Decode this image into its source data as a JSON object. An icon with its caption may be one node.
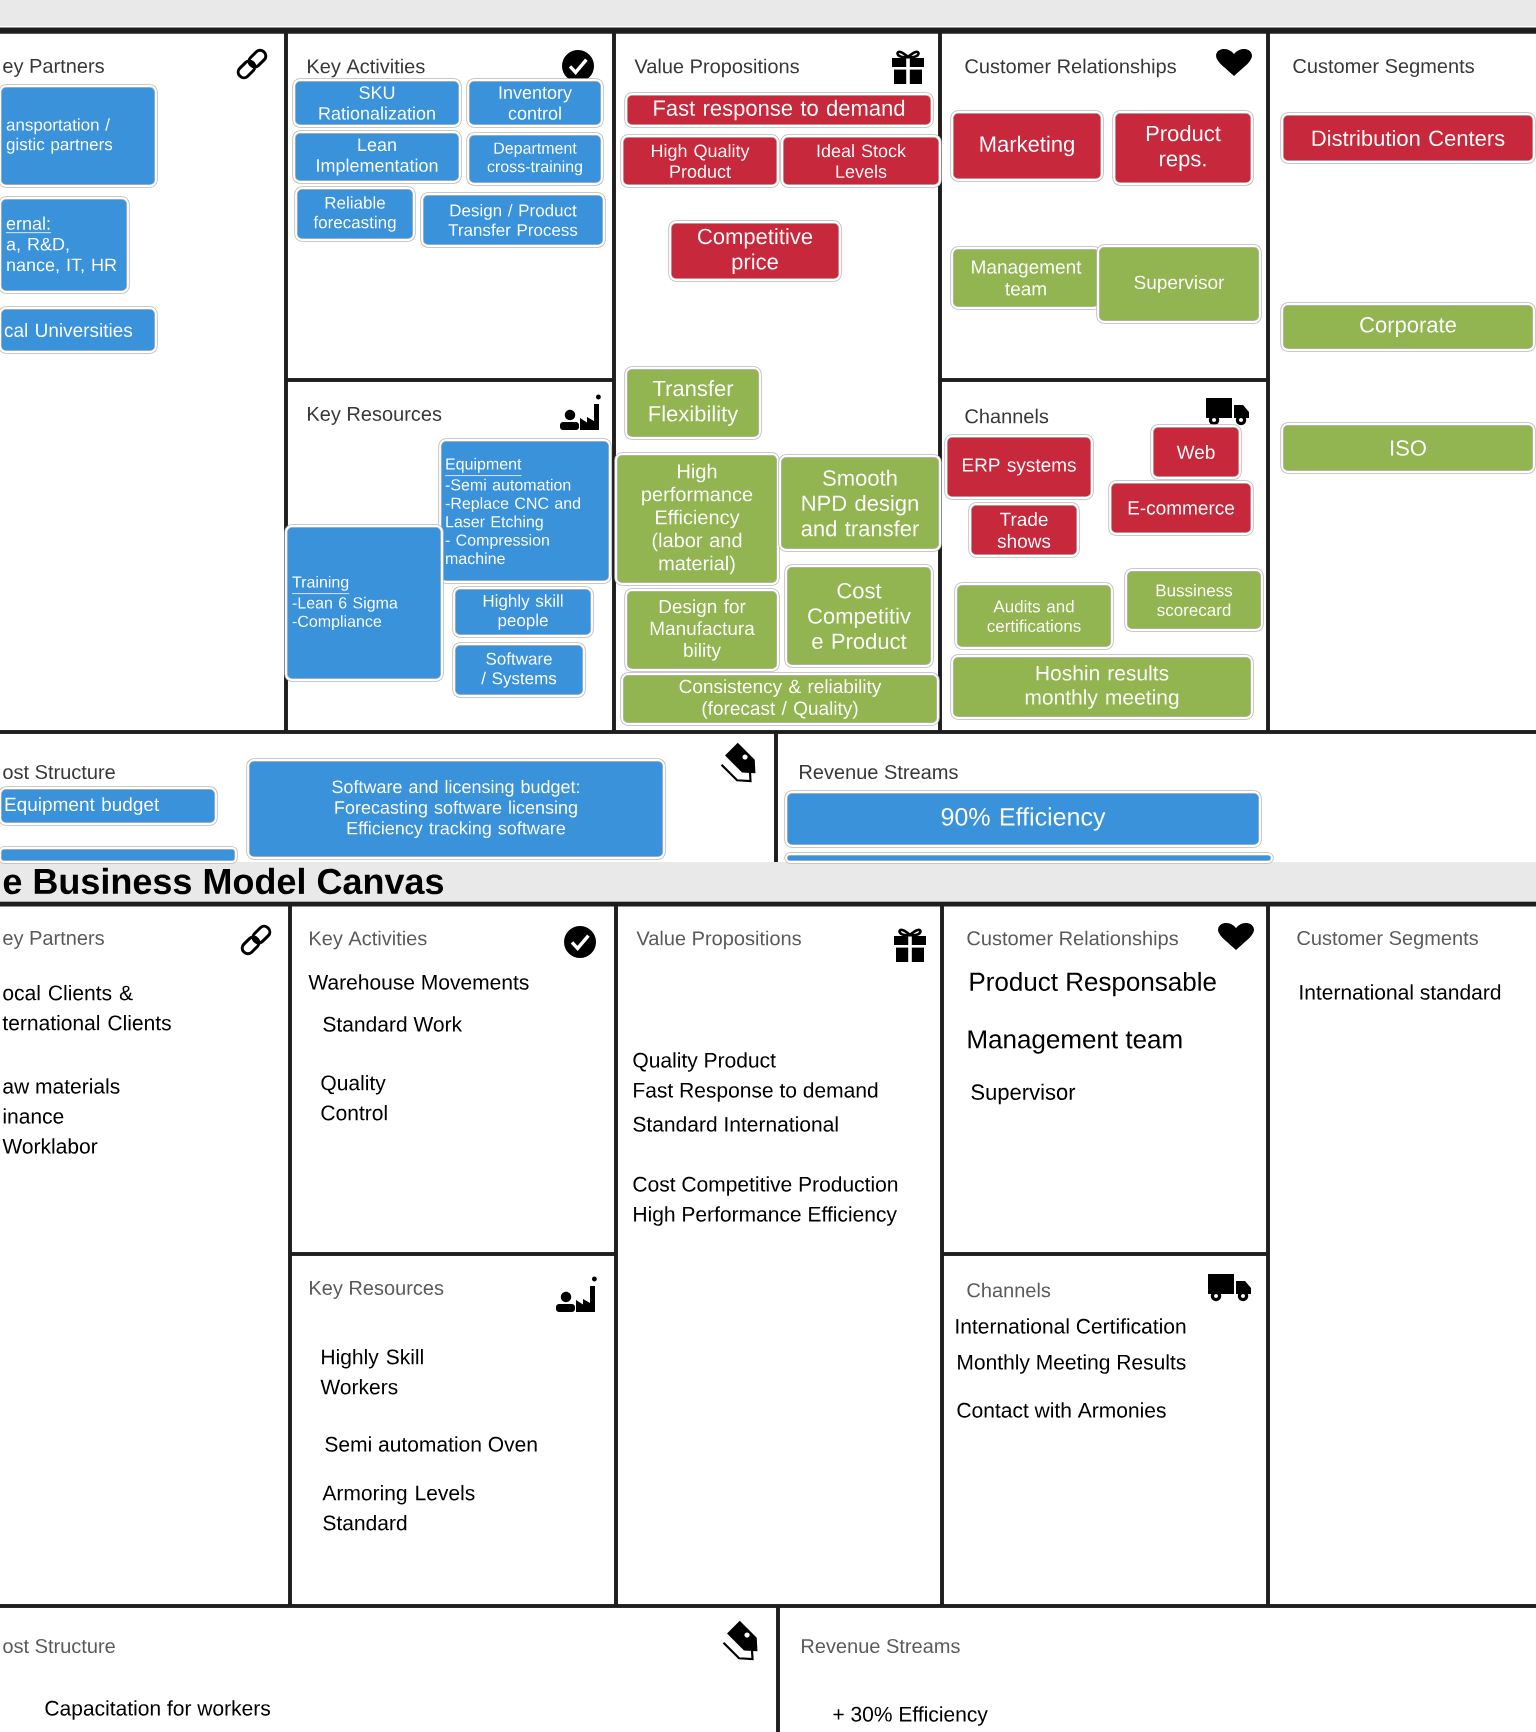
{
  "diagram": {
    "nodes": [
      {
        "text": [
          "ey Partners"
        ]
      },
      {
        "text": [
          "ansportation / gistic partners"
        ],
        "in": 0
      },
      {
        "text": [
          "ernal:",
          "a, R&D, nance, IT, HR"
        ],
        "in": 0
      },
      {
        "text": [
          "cal Universities"
        ],
        "in": 0
      },
      {
        "text": [
          "Key Activities"
        ]
      },
      {
        "text": [
          "SKU Rationalization"
        ],
        "in": 4
      },
      {
        "text": [
          "Inventory control"
        ],
        "in": 4
      },
      {
        "text": [
          "Lean Implementation"
        ],
        "in": 4
      },
      {
        "text": [
          "Department cross-training"
        ],
        "in": 4
      },
      {
        "text": [
          "Reliable forecasting"
        ],
        "in": 4
      },
      {
        "text": [
          "Design / Product Transfer Process"
        ],
        "in": 4
      },
      {
        "text": [
          "Key Resources"
        ]
      },
      {
        "text": [
          "Equipment",
          "-Semi automation -Replace CNC and Laser Etching - Compression machine"
        ],
        "in": 11
      },
      {
        "text": [
          "Training",
          "-Lean 6 Sigma -Compliance"
        ],
        "in": 11
      },
      {
        "text": [
          "Highly skill people"
        ],
        "in": 11
      },
      {
        "text": [
          "Software / Systems"
        ],
        "in": 11
      },
      {
        "text": [
          "Value Propositions"
        ]
      },
      {
        "text": [
          "Fast response to demand"
        ],
        "in": 16
      },
      {
        "text": [
          "High Quality Product"
        ],
        "in": 16
      },
      {
        "text": [
          "Ideal Stock Levels"
        ],
        "in": 16
      },
      {
        "text": [
          "Competitive price"
        ],
        "in": 16
      },
      {
        "text": [
          "Transfer Flexibility"
        ],
        "in": 16
      },
      {
        "text": [
          "High performance Efficiency (labor and material)"
        ],
        "in": 16
      },
      {
        "text": [
          "Smooth NPD design and transfer"
        ],
        "in": 16
      },
      {
        "text": [
          "Design for Manufactura bility"
        ],
        "in": 16
      },
      {
        "text": [
          "Cost Competitiv e Product"
        ],
        "in": 16
      },
      {
        "text": [
          "Consistency & reliability (forecast / Quality)"
        ],
        "in": 16
      },
      {
        "text": [
          "Customer Relationships"
        ]
      },
      {
        "text": [
          "Marketing"
        ],
        "in": 27
      },
      {
        "text": [
          "Product reps."
        ],
        "in": 27
      },
      {
        "text": [
          "Management team"
        ],
        "in": 27
      },
      {
        "text": [
          "Supervisor"
        ],
        "in": 27
      },
      {
        "text": [
          "Channels"
        ]
      },
      {
        "text": [
          "Web"
        ],
        "in": 32
      },
      {
        "text": [
          "ERP systems"
        ],
        "in": 32
      },
      {
        "text": [
          "E-commerce"
        ],
        "in": 32
      },
      {
        "text": [
          "Trade shows"
        ],
        "in": 32
      },
      {
        "text": [
          "Bussiness scorecard"
        ],
        "in": 32
      },
      {
        "text": [
          "Audits and certifications"
        ],
        "in": 32
      },
      {
        "text": [
          "Hoshin results monthly meeting"
        ],
        "in": 32
      },
      {
        "text": [
          "Customer Segments"
        ]
      },
      {
        "text": [
          "Distribution Centers"
        ],
        "in": 40
      },
      {
        "text": [
          "Corporate"
        ],
        "in": 40
      },
      {
        "text": [
          "ISO"
        ],
        "in": 40
      },
      {
        "text": [
          "ost Structure"
        ]
      },
      {
        "text": [
          "Equipment budget"
        ],
        "in": 44
      },
      {
        "text": [
          "Software and licensing budget: Forecasting software licensing Efficiency tracking software"
        ],
        "in": 44
      },
      {
        "text": [],
        "shape": "box",
        "in": 44
      },
      {
        "text": [
          "Revenue Streams"
        ]
      },
      {
        "text": [
          "90% Efficiency"
        ],
        "in": 48
      },
      {
        "text": [],
        "shape": "box",
        "in": 48
      },
      {
        "text": [
          "ey Partners",
          "ocal Clients & ternational Clients",
          "aw materials",
          "inance",
          "Worklabor"
        ]
      },
      {
        "text": [
          "Key Activities",
          "Warehouse Movements",
          "Standard Work",
          "Quality Control"
        ]
      },
      {
        "text": [
          "Key Resources",
          "Highly Skill Workers",
          "Semi automation Oven",
          "Armoring Levels Standard"
        ]
      },
      {
        "text": [
          "Value Propositions",
          "Quality Product",
          "Fast Response to demand",
          "Standard International",
          "Cost Competitive Production",
          "High Performance Efficiency"
        ]
      },
      {
        "text": [
          "Customer Relationships",
          "Product Responsable",
          "Management team",
          "Supervisor"
        ]
      },
      {
        "text": [
          "Channels",
          "International Certification",
          "Monthly Meeting Results",
          "Contact with Armonies"
        ]
      },
      {
        "text": [
          "Customer Segments",
          "International standard"
        ]
      },
      {
        "text": [
          "ost Structure",
          "Capacitation for workers"
        ]
      },
      {
        "text": [
          "Revenue Streams",
          "+ 30% Efficiency"
        ]
      }
    ],
    "labels": [
      "e Business Model Canvas"
    ]
  }
}
